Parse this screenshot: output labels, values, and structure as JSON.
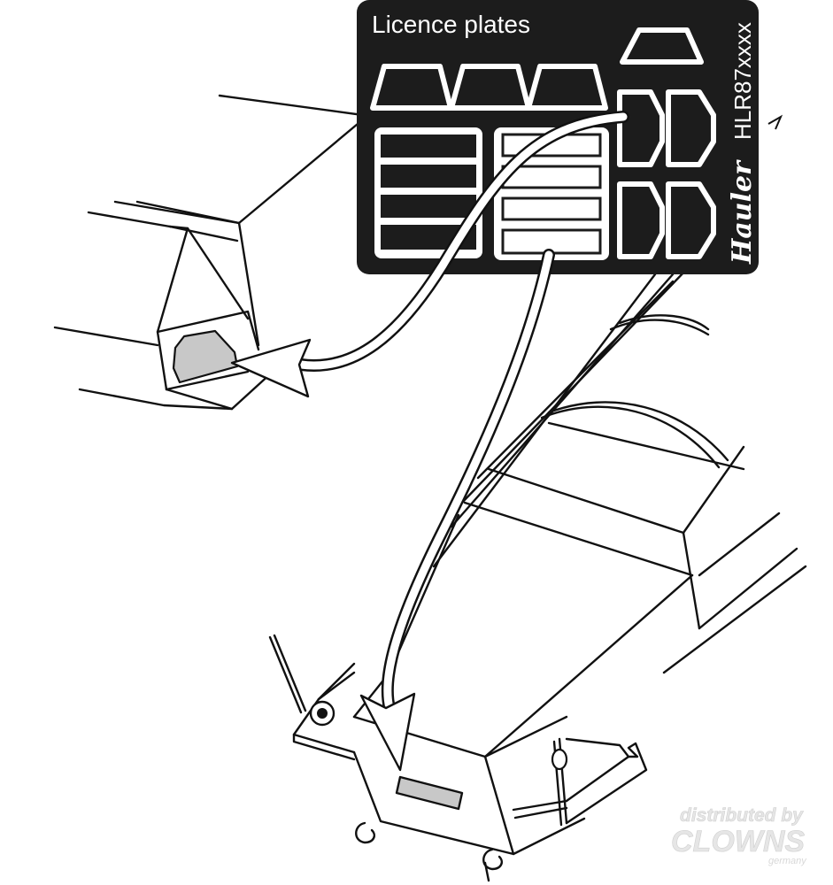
{
  "fret": {
    "title": "Licence plates",
    "code": "HLR87xxxx",
    "brand": "Hauler"
  },
  "distributor": {
    "line1": "distributed by",
    "logo": "CLOWNS",
    "line3": "germany"
  },
  "colors": {
    "fret_background": "#1c1c1c",
    "plate_highlight": "#c8c8c8",
    "outline": "#111111",
    "arrow_fill": "#ffffff"
  }
}
